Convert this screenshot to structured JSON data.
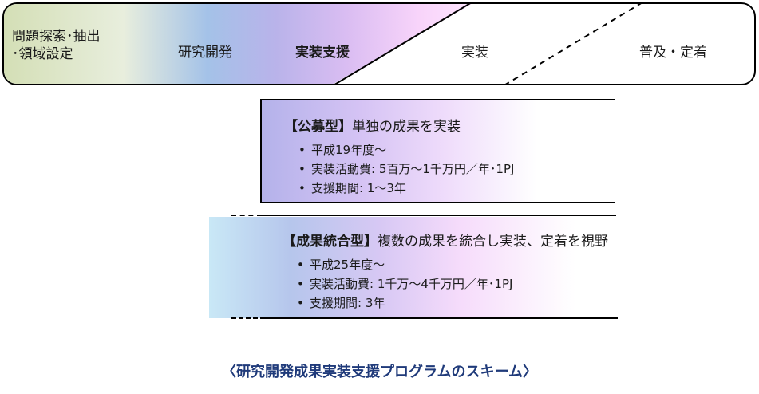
{
  "phases": [
    {
      "line1": "問題探索･抽出",
      "line2": "･領域設定"
    },
    {
      "label": "研究開発"
    },
    {
      "label": "実装支援"
    },
    {
      "label": "実装"
    },
    {
      "label": "普及・定着"
    }
  ],
  "programs": [
    {
      "type_label": "【公募型】",
      "description": "単独の成果を実装",
      "items": [
        "平成19年度～",
        "実装活動費: 5百万～1千万円／年･1PJ",
        "支援期間: 1～3年"
      ]
    },
    {
      "type_label": "【成果統合型】",
      "description": "複数の成果を統合し実装、定着を視野",
      "items": [
        "平成25年度～",
        "実装活動費: 1千万～4千万円／年･1PJ",
        "支援期間: 3年"
      ]
    }
  ],
  "caption": "〈研究開発成果実装支援プログラムのスキーム〉"
}
